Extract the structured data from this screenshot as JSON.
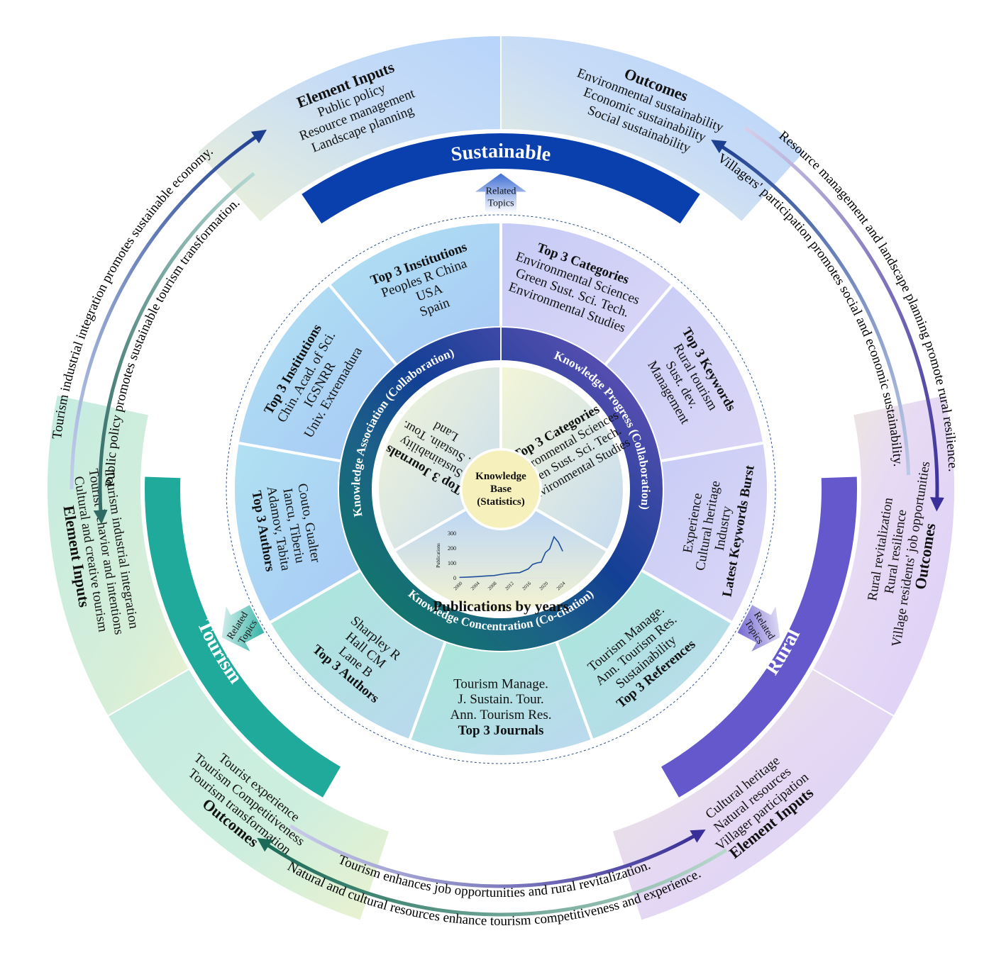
{
  "center": {
    "lines": [
      "Knowledge",
      "Base",
      "(Statistics)"
    ]
  },
  "inner_sectors": [
    {
      "id": "journals",
      "title": "Top 3 Journals",
      "items": [
        "Sustainability",
        "J. Sustain. Tour.",
        "Land"
      ]
    },
    {
      "id": "categories",
      "title": "Top 3 Categories",
      "items": [
        "Environmental Sciences",
        "Green Sust. Sci. Tech.",
        "Environmental Studies"
      ]
    },
    {
      "id": "chart",
      "title": "Publications by years"
    }
  ],
  "rings": [
    {
      "id": "association",
      "label": "Knowledge Association (Collaboration)",
      "color": "#1d6f8c"
    },
    {
      "id": "progress",
      "label": "Knowledge Progress (Collaboration)",
      "color": "#4b47a8"
    },
    {
      "id": "concentration",
      "label": "Knowledge Concentration (Co-citation)",
      "color": "#2a6f7d"
    }
  ],
  "outer_sectors": [
    {
      "id": "categories",
      "title": "Top 3 Categories",
      "items": [
        "Environmental Sciences",
        "Green Sust. Sci. Tech.",
        "Environmental Studies"
      ]
    },
    {
      "id": "keywords",
      "title": "Top 3 Keywords",
      "items": [
        "Rural tourism",
        "Sust. dev.",
        "Management"
      ]
    },
    {
      "id": "burst",
      "title": "Latest Keywords Burst",
      "items": [
        "Experience",
        "Cultural heritage",
        "Industry"
      ]
    },
    {
      "id": "references",
      "title": "Top 3 References",
      "items": [
        "Tourism Manage.",
        "Ann. Tourism Res.",
        "Sustainability"
      ]
    },
    {
      "id": "journals",
      "title": "Top 3 Journals",
      "items": [
        "Tourism Manage.",
        "J. Sustain. Tour.",
        "Ann. Tourism Res."
      ]
    },
    {
      "id": "authors-cocite",
      "title": "Top 3 Authors",
      "items": [
        "Sharpley R",
        "Hall CM",
        "Lane B"
      ]
    },
    {
      "id": "authors-collab",
      "title": "Top 3 Authors",
      "items": [
        "Couto, Gualter",
        "Iancu, Tiberiu",
        "Adamov, Tabita"
      ]
    },
    {
      "id": "institutions",
      "title": "Top 3 Institutions",
      "items": [
        "Chin. Acad. of Sci.",
        "IGSNRR",
        "Univ. Extremadura"
      ]
    },
    {
      "id": "countries",
      "title": "Top 3 Institutions",
      "items": [
        "Peoples R China",
        "USA",
        "Spain"
      ]
    }
  ],
  "related_topics": [
    "Related",
    "Topics"
  ],
  "themes": [
    {
      "id": "sustainable",
      "label": "Sustainable",
      "color": "#0a3fae",
      "inputs": {
        "title": "Element Inputs",
        "items": [
          "Public policy",
          "Resource management",
          "Landscape planning"
        ]
      },
      "outcomes": {
        "title": "Outcomes",
        "items": [
          "Environmental sustainability",
          "Economic sustainability",
          "Social sustainability"
        ]
      }
    },
    {
      "id": "rural",
      "label": "Rural",
      "color": "#6558cc",
      "inputs": {
        "title": "Element Inputs",
        "items": [
          "Cultural heritage",
          "Natural resources",
          "Villager participation"
        ]
      },
      "outcomes": {
        "title": "Outcomes",
        "items": [
          "Rural revitalization",
          "Rural resilience",
          "Village residents' job opportunities"
        ]
      }
    },
    {
      "id": "tourism",
      "label": "Tourism",
      "color": "#1faa9c",
      "inputs": {
        "title": "Element Inputs",
        "items": [
          "Tourism industrial integration",
          "Tourist behavior and intentions",
          "Cultural and creative tourism"
        ]
      },
      "outcomes": {
        "title": "Outcomes",
        "items": [
          "Tourist experience",
          "Tourism Competitiveness",
          "Tourism transformation"
        ]
      }
    }
  ],
  "relations": [
    {
      "id": "tourism-to-sustainable",
      "text": "Tourism industrial integration promotes sustainable economy."
    },
    {
      "id": "sustainable-to-tourism",
      "text": "Public policy promotes sustainable tourism transformation."
    },
    {
      "id": "sustainable-to-rural",
      "text": "Resource management and landscape planning promote rural resilience."
    },
    {
      "id": "rural-to-sustainable",
      "text": "Villagers' participation promotes social and economic sustainability."
    },
    {
      "id": "tourism-to-rural",
      "text": "Tourism enhances job opportunities and rural revitalization."
    },
    {
      "id": "rural-to-tourism",
      "text": "Natural and cultural resources enhance tourism competitiveness and experience."
    }
  ],
  "chart_data": {
    "type": "line",
    "title": "Publications by years",
    "xlabel": "",
    "ylabel": "Publications",
    "x": [
      2000,
      2002,
      2004,
      2006,
      2008,
      2010,
      2012,
      2014,
      2016,
      2017,
      2018,
      2019,
      2020,
      2021,
      2022,
      2023,
      2024
    ],
    "series": [
      {
        "name": "Publications",
        "values": [
          3,
          5,
          8,
          12,
          15,
          25,
          32,
          35,
          60,
          90,
          100,
          105,
          170,
          195,
          275,
          240,
          180
        ],
        "color": "#1f4f9a"
      }
    ],
    "xticks": [
      "2000",
      "2004",
      "2008",
      "2012",
      "2016",
      "2020",
      "2024"
    ],
    "yticks": [
      "0",
      "100",
      "200",
      "300"
    ],
    "xlim": [
      2000,
      2024
    ],
    "ylim": [
      0,
      300
    ],
    "grid": true
  }
}
